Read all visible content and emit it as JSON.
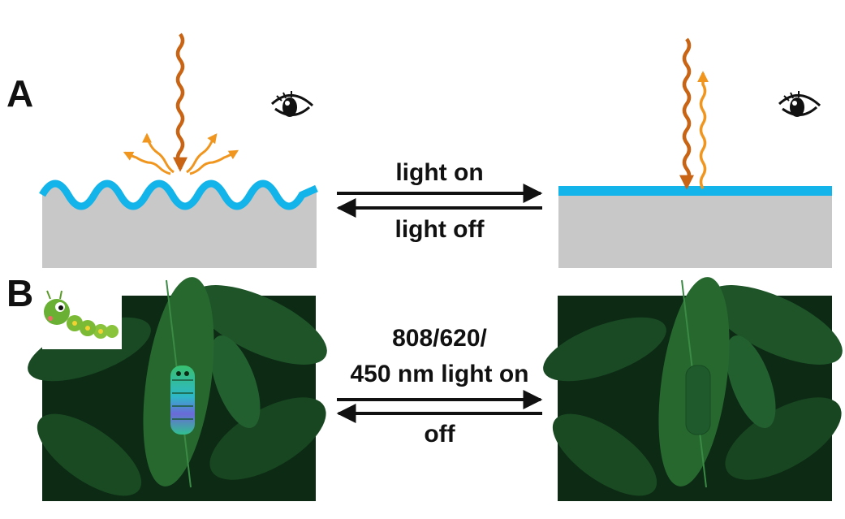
{
  "panel_a": {
    "letter": "A",
    "arrow_top_label": "light on",
    "arrow_bottom_label": "light off",
    "icons": [
      "eye-icon",
      "incident-light-icon",
      "reflected-light-icon"
    ]
  },
  "panel_b": {
    "letter": "B",
    "arrow_top_label_line1": "808/620/",
    "arrow_top_label_line2": "450 nm light on",
    "arrow_bottom_label": "off",
    "icons": [
      "caterpillar-icon"
    ]
  },
  "colors": {
    "surface_blue": "#12b4ea",
    "substrate_gray": "#c8c8c8",
    "incident_light": "#c86414",
    "reflected_light": "#f0961e",
    "foliage_dark": "#0c2a14",
    "foliage_leaf": "#1f5a2a"
  }
}
